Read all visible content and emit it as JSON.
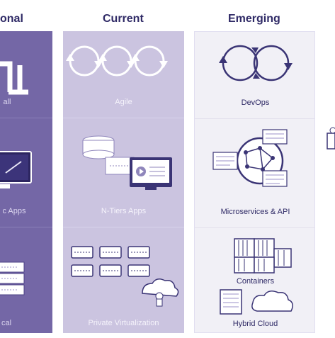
{
  "headers": {
    "traditional": "onal",
    "current": "Current",
    "emerging": "Emerging"
  },
  "traditional": {
    "rows": [
      "all",
      "c Apps",
      "cal"
    ]
  },
  "current": {
    "rows": [
      "Agile",
      "N-Tiers Apps",
      "Private Virtualization"
    ]
  },
  "emerging": {
    "rows": [
      "DevOps",
      "Microservices & API",
      "Containers",
      "Hybrid Cloud"
    ]
  },
  "colors": {
    "traditional_bg": "#7467a6",
    "current_bg": "#cbc4e0",
    "emerging_bg": "#f1f0f6",
    "header_text": "#2f2a66",
    "icon_stroke": "#3a3475"
  }
}
